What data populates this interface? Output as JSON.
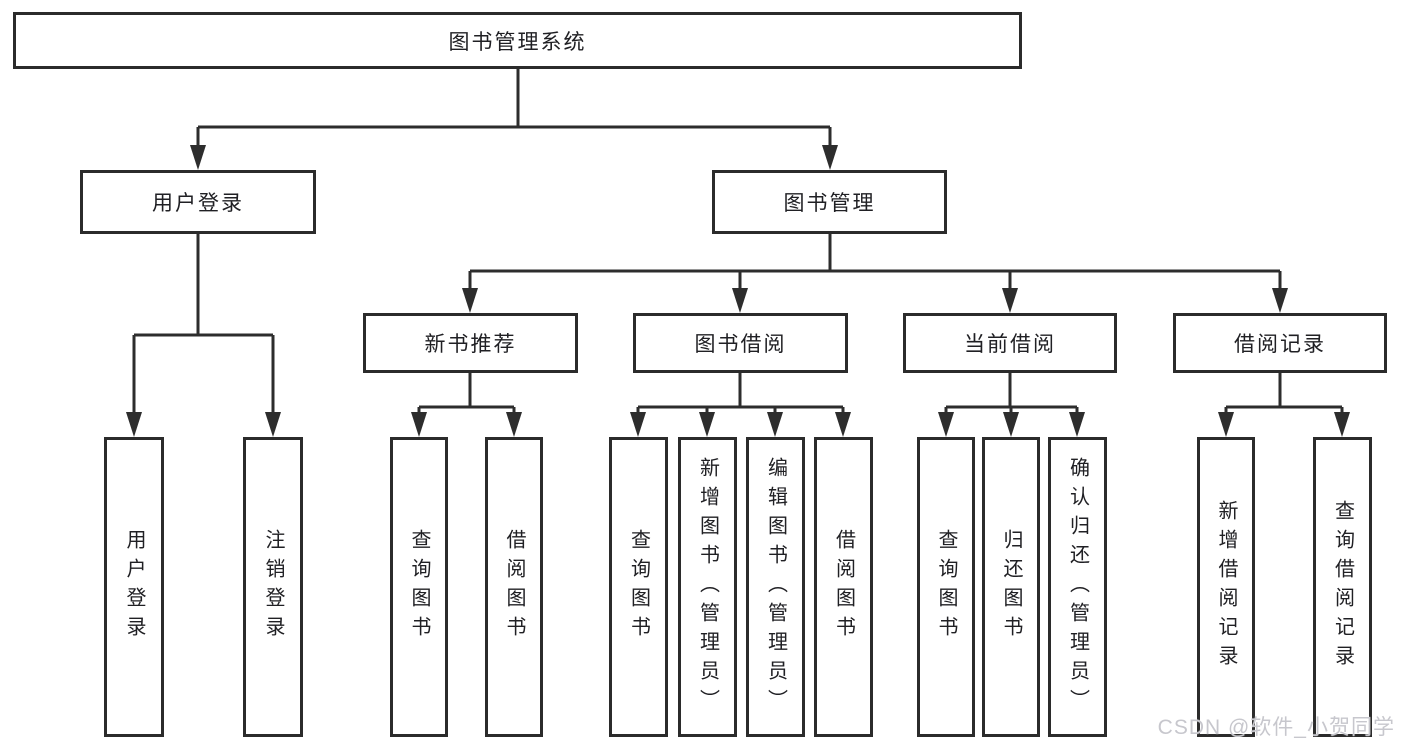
{
  "diagram": {
    "title": "图书管理系统",
    "type": "hierarchy-tree"
  },
  "tree": {
    "label": "图书管理系统",
    "children": [
      {
        "label": "用户登录",
        "children": [
          {
            "label": "用户登录"
          },
          {
            "label": "注销登录"
          }
        ]
      },
      {
        "label": "图书管理",
        "children": [
          {
            "label": "新书推荐",
            "children": [
              {
                "label": "查询图书"
              },
              {
                "label": "借阅图书"
              }
            ]
          },
          {
            "label": "图书借阅",
            "children": [
              {
                "label": "查询图书"
              },
              {
                "label": "新增图书（管理员）"
              },
              {
                "label": "编辑图书（管理员）"
              },
              {
                "label": "借阅图书"
              }
            ]
          },
          {
            "label": "当前借阅",
            "children": [
              {
                "label": "查询图书"
              },
              {
                "label": "归还图书"
              },
              {
                "label": "确认归还（管理员）"
              }
            ]
          },
          {
            "label": "借阅记录",
            "children": [
              {
                "label": "新增借阅记录"
              },
              {
                "label": "查询借阅记录"
              }
            ]
          }
        ]
      }
    ]
  },
  "colors": {
    "line": "#2d2d2d",
    "box_border": "#2b2b2b",
    "box_fill": "#ffffff",
    "text": "#202024",
    "watermark": "#c7c7cd",
    "background": "#ffffff"
  },
  "watermark": {
    "text": "CSDN @软件_小贺同学"
  }
}
